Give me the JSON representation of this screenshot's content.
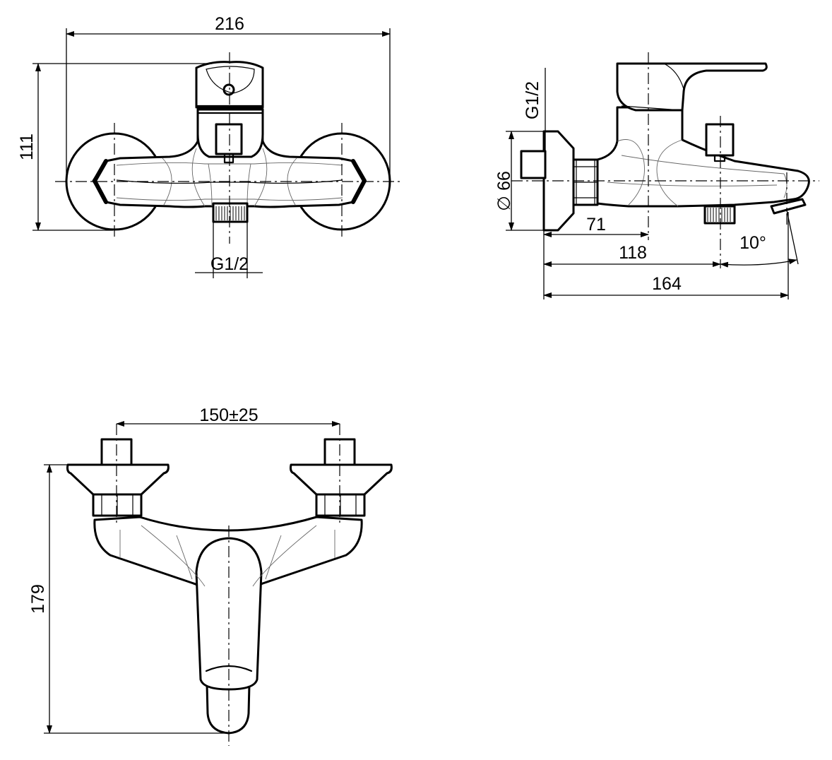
{
  "front_view": {
    "width_dim": "216",
    "height_dim": "111",
    "thread_dim": "G1/2"
  },
  "side_view": {
    "thread_dim": "G1/2",
    "diameter_symbol": "∅",
    "diameter_dim": "66",
    "depth_dim_1": "71",
    "depth_dim_2": "118",
    "depth_dim_3": "164",
    "angle_dim": "10°"
  },
  "top_view": {
    "spacing_dim": "150±25",
    "depth_dim": "179"
  }
}
